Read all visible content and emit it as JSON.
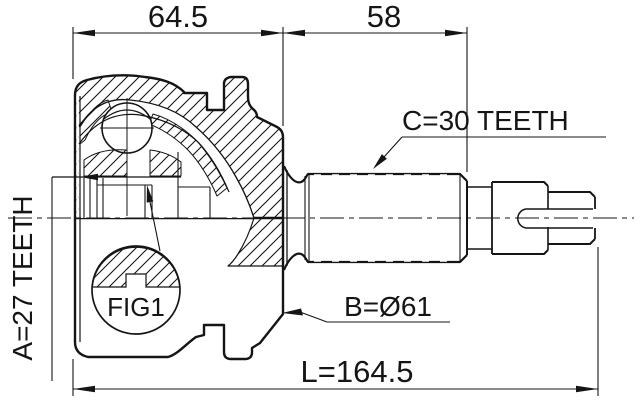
{
  "drawing": {
    "dim_width_left": "64.5",
    "dim_width_right": "58",
    "label_c_teeth": "C=30 TEETH",
    "label_a_teeth": "A=27 TEETH",
    "label_b_diameter": "B=Ø61",
    "dim_overall_length": "L=164.5",
    "detail_label": "FIG1",
    "colors": {
      "ink": "#151515",
      "paper": "#ffffff"
    }
  }
}
